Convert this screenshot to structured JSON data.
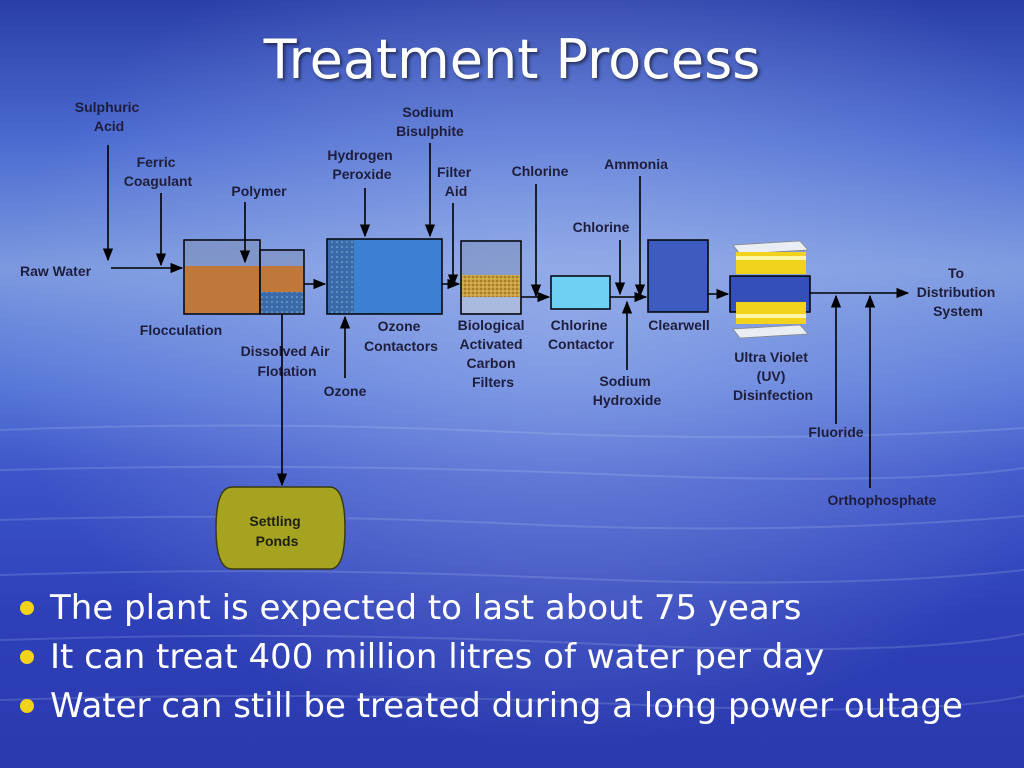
{
  "slide": {
    "title": "Treatment Process",
    "colors": {
      "bullet": "#f2d21a",
      "text": "#ffffff"
    }
  },
  "diagram": {
    "inputs": {
      "sulphuric_acid": [
        "Sulphuric",
        "Acid"
      ],
      "ferric_coagulant": [
        "Ferric",
        "Coagulant"
      ],
      "polymer": [
        "Polymer"
      ],
      "hydrogen_peroxide": [
        "Hydrogen",
        "Peroxide"
      ],
      "sodium_bisulphite": [
        "Sodium",
        "Bisulphite"
      ],
      "filter_aid": [
        "Filter",
        "Aid"
      ],
      "chlorine_1": [
        "Chlorine"
      ],
      "ammonia": [
        "Ammonia"
      ],
      "chlorine_2": [
        "Chlorine"
      ],
      "ozone": [
        "Ozone"
      ],
      "sodium_hydroxide": [
        "Sodium",
        "Hydroxide"
      ],
      "fluoride": [
        "Fluoride"
      ],
      "orthophosphate": [
        "Orthophosphate"
      ]
    },
    "raw_water": [
      "Raw Water"
    ],
    "stages": {
      "flocculation": [
        "Flocculation"
      ],
      "dissolved_air_flotation": [
        "Dissolved Air",
        "Flotation"
      ],
      "ozone_contactors": [
        "Ozone",
        "Contactors"
      ],
      "bac_filters": [
        "Biological",
        "Activated",
        "Carbon",
        "Filters"
      ],
      "chlorine_contactor": [
        "Chlorine",
        "Contactor"
      ],
      "clearwell": [
        "Clearwell"
      ],
      "uv_disinfection": [
        "Ultra Violet",
        "(UV)",
        "Disinfection"
      ]
    },
    "output": [
      "To",
      "Distribution",
      "System"
    ],
    "settling_ponds": [
      "Settling",
      "Ponds"
    ]
  },
  "bullets": [
    "The plant is expected to last about 75 years",
    "It can treat 400 million litres of water per day",
    "Water can still be treated during a long power outage"
  ]
}
